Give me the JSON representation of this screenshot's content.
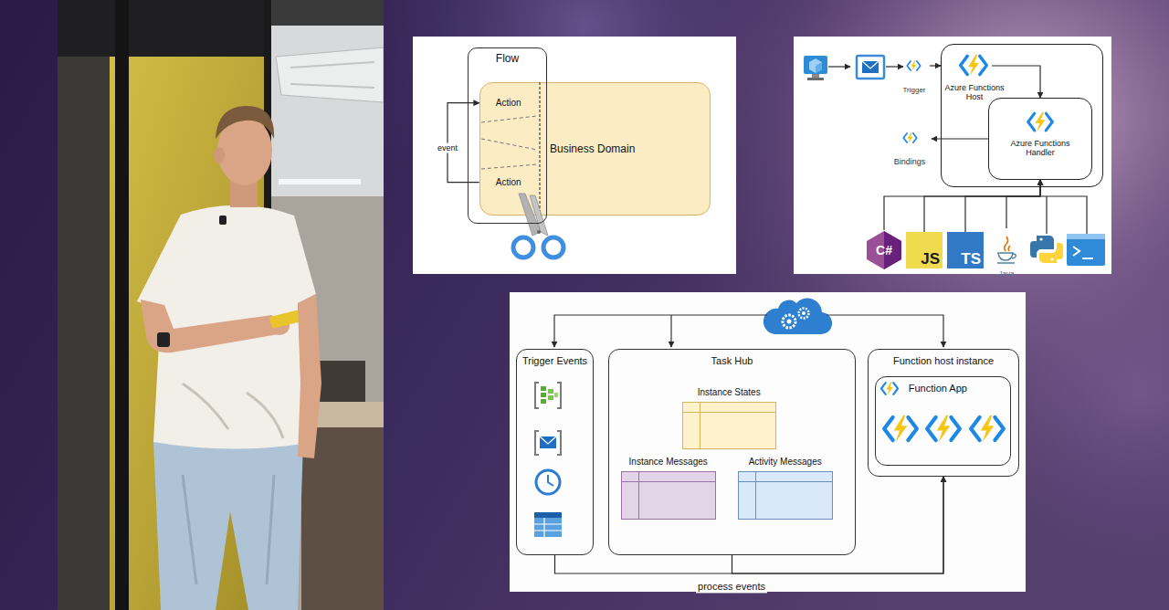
{
  "diagram": {
    "nodes": [
      {
        "text": [
          "Flow"
        ]
      },
      {
        "text": [
          "Action"
        ],
        "in": 0
      },
      {
        "text": [
          "Action"
        ],
        "in": 0
      },
      {
        "text": [
          "Business Domain"
        ]
      },
      {
        "text": [
          "Trigger"
        ]
      },
      {
        "text": [
          "Azure Functions Host"
        ]
      },
      {
        "text": [
          "Azure Functions Handler"
        ],
        "in": 5
      },
      {
        "text": [
          "Bindings"
        ]
      },
      {
        "text": [
          "C#"
        ]
      },
      {
        "text": [
          "JS"
        ]
      },
      {
        "text": [
          "TS"
        ]
      },
      {
        "text": [
          "Java"
        ]
      },
      {
        "text": [
          "Trigger Events"
        ]
      },
      {
        "text": [
          "Task Hub"
        ]
      },
      {
        "text": [
          "Instance States"
        ],
        "in": 13
      },
      {
        "text": [
          "Instance Messages"
        ],
        "in": 13
      },
      {
        "text": [
          "Activity Messages"
        ],
        "in": 13
      },
      {
        "text": [
          "Function host instance"
        ]
      },
      {
        "text": [
          "Function App"
        ],
        "in": 17
      }
    ],
    "edges": [
      {
        "from": 2,
        "to": 1,
        "label": "event",
        "arrow": "to"
      },
      {
        "from": 4,
        "to": 5,
        "arrow": "to"
      },
      {
        "from": 5,
        "to": 6,
        "arrow": "to"
      },
      {
        "from": 6,
        "to": 7,
        "arrow": "to"
      },
      {
        "from": 8,
        "to": 6,
        "arrow": "to"
      },
      {
        "from": 9,
        "to": 6,
        "arrow": "to"
      },
      {
        "from": 10,
        "to": 6,
        "arrow": "to"
      },
      {
        "from": 11,
        "to": 6,
        "arrow": "to"
      },
      {
        "from": 12,
        "to": 17,
        "label": "process events",
        "arrow": "to"
      },
      {
        "from": 13,
        "to": 17,
        "arrow": "to"
      }
    ]
  }
}
